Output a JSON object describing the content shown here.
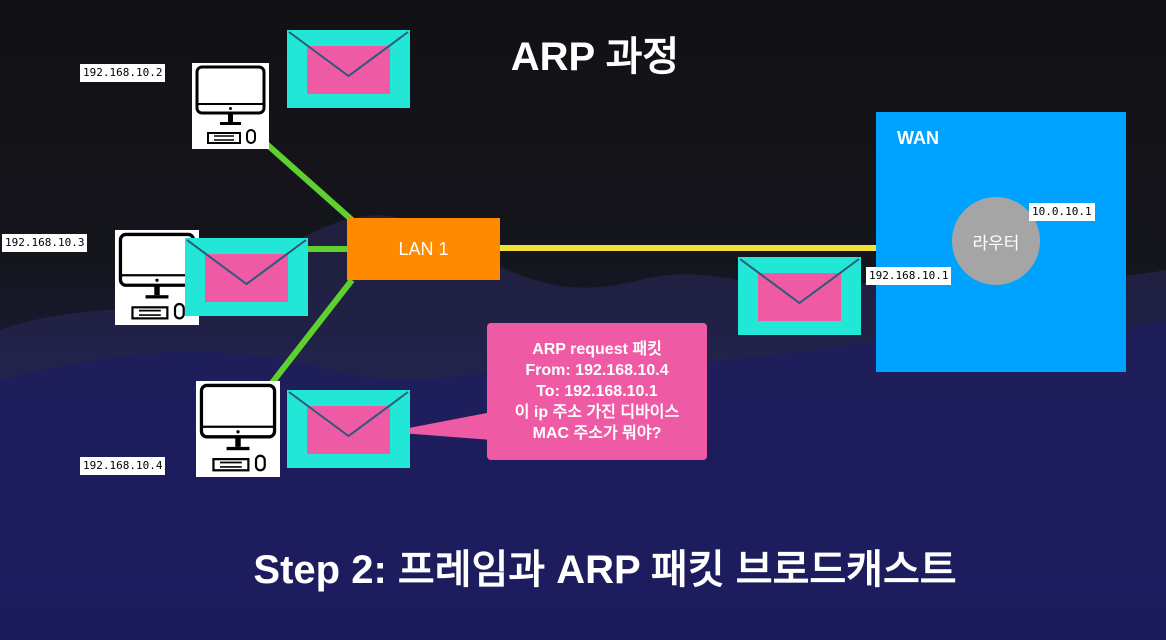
{
  "title": "ARP 과정",
  "step_caption": "Step 2: 프레임과 ARP 패킷 브로드캐스트",
  "lan": {
    "label": "LAN 1"
  },
  "wan": {
    "label": "WAN"
  },
  "router": {
    "label": "라우터",
    "wan_ip": "10.0.10.1",
    "lan_ip": "192.168.10.1"
  },
  "hosts": [
    {
      "ip": "192.168.10.2"
    },
    {
      "ip": "192.168.10.3"
    },
    {
      "ip": "192.168.10.4"
    }
  ],
  "callout": {
    "lines": [
      "ARP request 패킷",
      "From: 192.168.10.4",
      "To: 192.168.10.1",
      "이 ip 주소 가진 디바이스",
      "MAC 주소가 뭐야?"
    ]
  },
  "colors": {
    "lan_box": "#ff8a00",
    "wan_box": "#00a2ff",
    "router": "#a5a5a5",
    "host_link": "#5fd12f",
    "router_link": "#f0e23a",
    "envelope_border": "#22e6d6",
    "envelope_body": "#ee5ba4",
    "callout": "#ee5ba4"
  },
  "icons": [
    "computer-icon",
    "envelope-icon"
  ]
}
